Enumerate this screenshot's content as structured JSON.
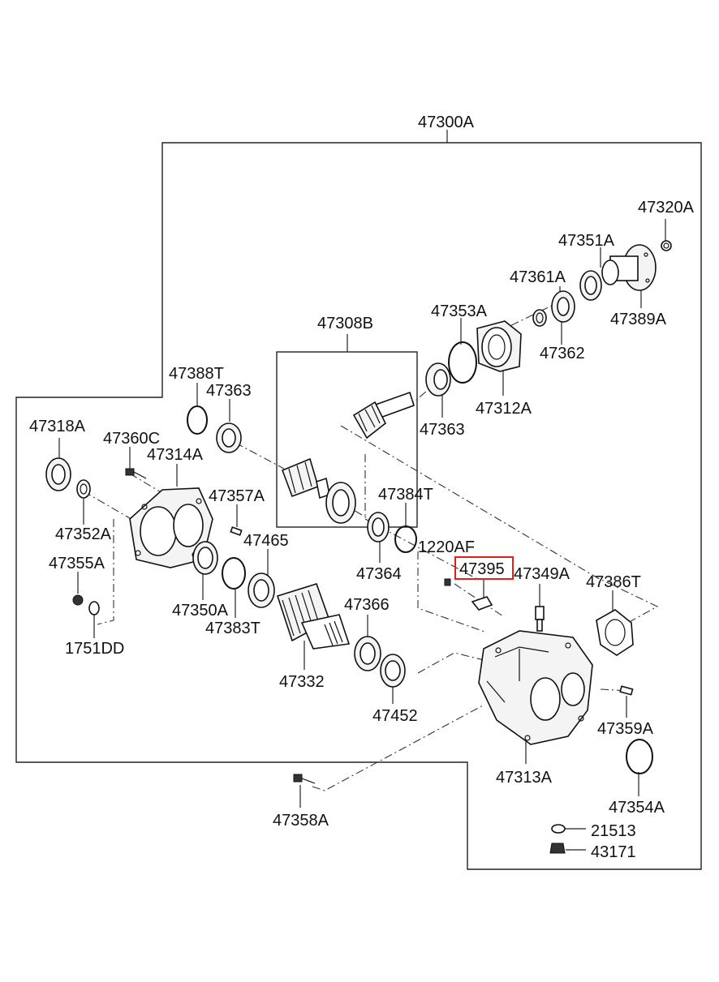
{
  "highlight_color": "#e02020",
  "labels": {
    "l47300A": "47300A",
    "l47320A": "47320A",
    "l47351A": "47351A",
    "l47361A": "47361A",
    "l47389A": "47389A",
    "l47353A": "47353A",
    "l47362": "47362",
    "l47308B": "47308B",
    "l47312A": "47312A",
    "l47388T": "47388T",
    "l47363a": "47363",
    "l47363b": "47363",
    "l47318A": "47318A",
    "l47360C": "47360C",
    "l47314A": "47314A",
    "l47357A": "47357A",
    "l47384T": "47384T",
    "l47352A": "47352A",
    "l47465": "47465",
    "l1220AF": "1220AF",
    "l47364": "47364",
    "l47355A": "47355A",
    "l47395": "47395",
    "l47349A": "47349A",
    "l47386T": "47386T",
    "l47350A": "47350A",
    "l47366": "47366",
    "l47383T": "47383T",
    "l1751DD": "1751DD",
    "l47332": "47332",
    "l47452": "47452",
    "l47359A": "47359A",
    "l47313A": "47313A",
    "l47354A": "47354A",
    "l47358A": "47358A",
    "l21513": "21513",
    "l43171": "43171"
  }
}
